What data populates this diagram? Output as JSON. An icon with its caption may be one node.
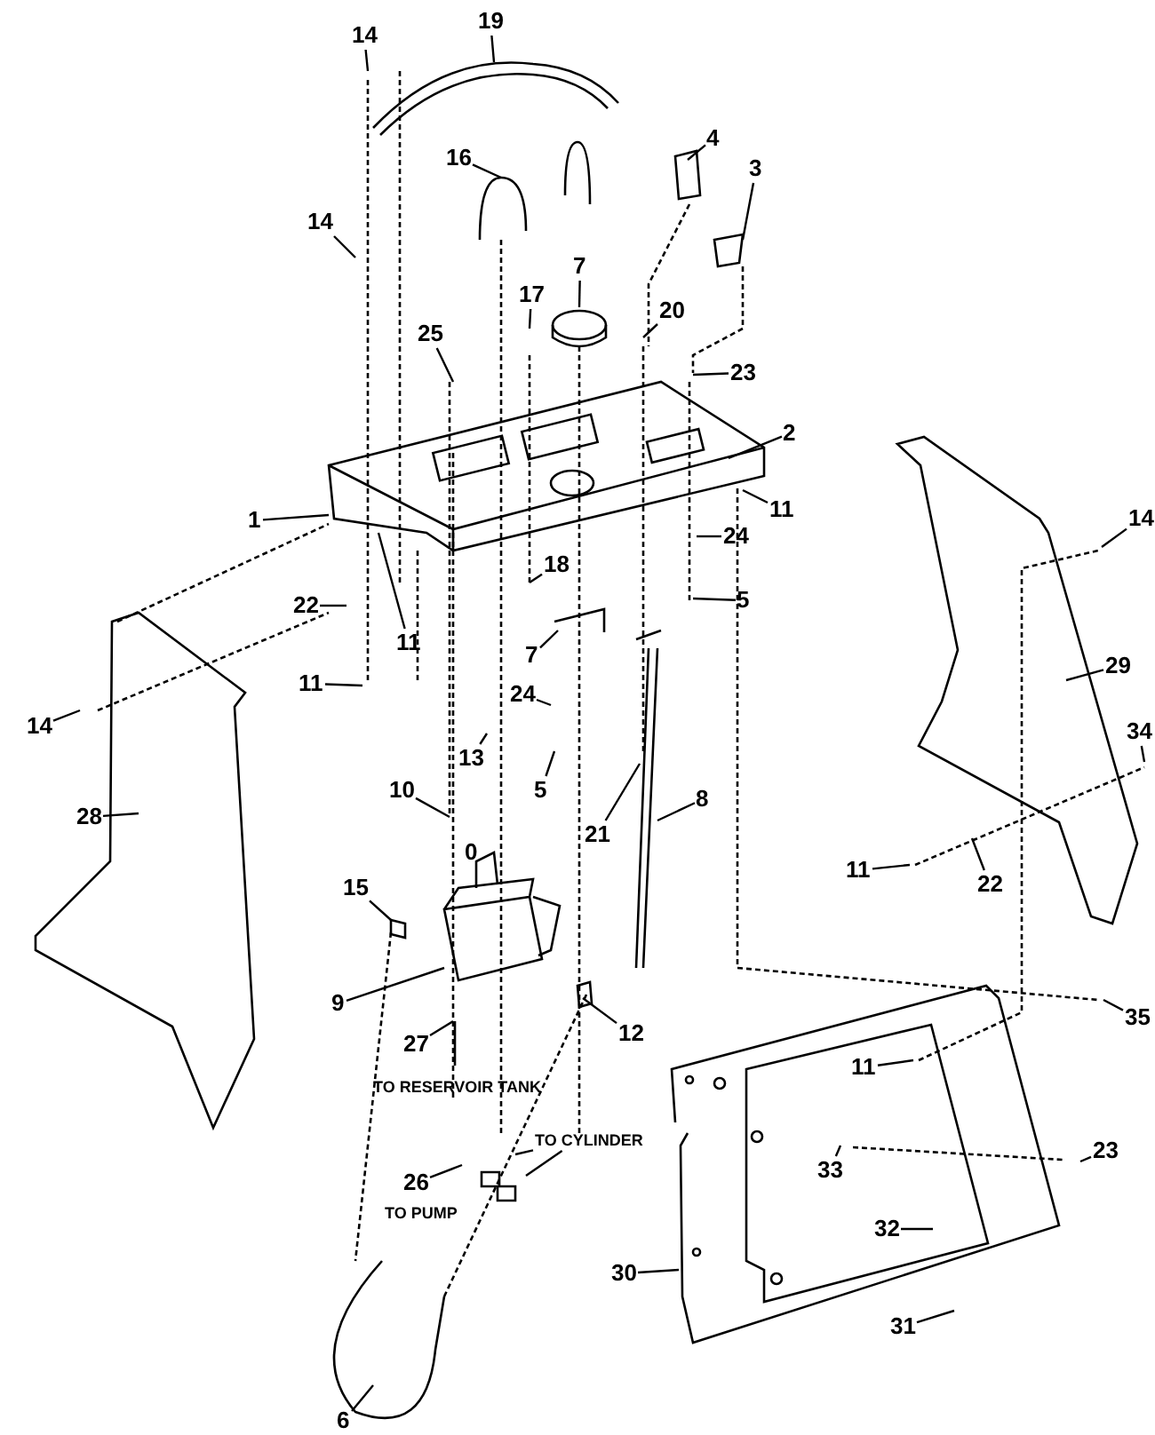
{
  "diagram": {
    "nodes": [
      {
        "text": [
          "14"
        ]
      },
      {
        "text": [
          "19"
        ]
      },
      {
        "text": [
          "4"
        ]
      },
      {
        "text": [
          "3"
        ]
      },
      {
        "text": [
          "16"
        ]
      },
      {
        "text": [
          "14"
        ]
      },
      {
        "text": [
          "7"
        ]
      },
      {
        "text": [
          "17"
        ]
      },
      {
        "text": [
          "20"
        ]
      },
      {
        "text": [
          "23"
        ]
      },
      {
        "text": [
          "25"
        ]
      },
      {
        "text": [
          "2"
        ]
      },
      {
        "text": [
          "1"
        ]
      },
      {
        "text": [
          "11"
        ]
      },
      {
        "text": [
          "18"
        ]
      },
      {
        "text": [
          "22"
        ]
      },
      {
        "text": [
          "11"
        ]
      },
      {
        "text": [
          "24"
        ]
      },
      {
        "text": [
          "5"
        ]
      },
      {
        "text": [
          "7"
        ]
      },
      {
        "text": [
          "11"
        ]
      },
      {
        "text": [
          "14"
        ]
      },
      {
        "text": [
          "24"
        ]
      },
      {
        "text": [
          "13"
        ]
      },
      {
        "text": [
          "5"
        ]
      },
      {
        "text": [
          "28"
        ]
      },
      {
        "text": [
          "10"
        ]
      },
      {
        "text": [
          "15"
        ]
      },
      {
        "text": [
          "9"
        ]
      },
      {
        "text": [
          "27"
        ]
      },
      {
        "text": [
          "26"
        ]
      },
      {
        "text": [
          "6"
        ]
      },
      {
        "text": [
          "21"
        ]
      },
      {
        "text": [
          "8"
        ]
      },
      {
        "text": [
          "12"
        ]
      },
      {
        "text": [
          "29"
        ]
      },
      {
        "text": [
          "14"
        ]
      },
      {
        "text": [
          "34"
        ]
      },
      {
        "text": [
          "11"
        ]
      },
      {
        "text": [
          "22"
        ]
      },
      {
        "text": [
          "35"
        ]
      },
      {
        "text": [
          "11"
        ]
      },
      {
        "text": [
          "23"
        ]
      },
      {
        "text": [
          "33"
        ]
      },
      {
        "text": [
          "32"
        ]
      },
      {
        "text": [
          "30"
        ]
      },
      {
        "text": [
          "31"
        ]
      },
      {
        "text": [
          "TO CYLINDER"
        ]
      }
    ],
    "edges": [
      {
        "from": 0,
        "to": null,
        "arrow": "none"
      },
      {
        "from": 1,
        "to": null,
        "arrow": "none"
      },
      {
        "from": 2,
        "to": null,
        "arrow": "none"
      },
      {
        "from": 3,
        "to": null,
        "arrow": "none"
      },
      {
        "from": 4,
        "to": null,
        "arrow": "none"
      },
      {
        "from": 5,
        "to": null,
        "arrow": "none"
      },
      {
        "from": 6,
        "to": null,
        "arrow": "none"
      },
      {
        "from": 7,
        "to": null,
        "arrow": "none"
      },
      {
        "from": 8,
        "to": null,
        "arrow": "none"
      },
      {
        "from": 9,
        "to": null,
        "arrow": "none"
      },
      {
        "from": 10,
        "to": null,
        "arrow": "none"
      },
      {
        "from": 11,
        "to": null,
        "arrow": "none"
      },
      {
        "from": 12,
        "to": null,
        "arrow": "none"
      },
      {
        "from": 13,
        "to": null,
        "arrow": "none"
      },
      {
        "from": 14,
        "to": null,
        "arrow": "none"
      },
      {
        "from": 15,
        "to": null,
        "arrow": "none"
      },
      {
        "from": 16,
        "to": null,
        "arrow": "none"
      },
      {
        "from": 17,
        "to": null,
        "arrow": "none"
      },
      {
        "from": 18,
        "to": null,
        "arrow": "none"
      },
      {
        "from": 19,
        "to": null,
        "arrow": "none"
      },
      {
        "from": 20,
        "to": null,
        "arrow": "none"
      },
      {
        "from": 21,
        "to": null,
        "arrow": "none"
      },
      {
        "from": 22,
        "to": null,
        "arrow": "none"
      },
      {
        "from": 23,
        "to": null,
        "arrow": "none"
      },
      {
        "from": 24,
        "to": null,
        "arrow": "none"
      },
      {
        "from": 25,
        "to": null,
        "arrow": "none"
      },
      {
        "from": 26,
        "to": null,
        "arrow": "none"
      },
      {
        "from": 27,
        "to": null,
        "arrow": "none"
      },
      {
        "from": 28,
        "to": null,
        "arrow": "none"
      },
      {
        "from": 29,
        "to": null,
        "arrow": "none"
      },
      {
        "from": 30,
        "to": null,
        "arrow": "none"
      },
      {
        "from": 31,
        "to": null,
        "arrow": "none"
      },
      {
        "from": 32,
        "to": null,
        "arrow": "none"
      },
      {
        "from": 33,
        "to": null,
        "arrow": "none"
      },
      {
        "from": 34,
        "to": null,
        "arrow": "none"
      },
      {
        "from": 35,
        "to": null,
        "arrow": "none"
      },
      {
        "from": 36,
        "to": null,
        "arrow": "none"
      },
      {
        "from": 37,
        "to": null,
        "arrow": "none"
      },
      {
        "from": 38,
        "to": null,
        "arrow": "none"
      },
      {
        "from": 39,
        "to": null,
        "arrow": "none"
      },
      {
        "from": 40,
        "to": null,
        "arrow": "none"
      },
      {
        "from": 41,
        "to": null,
        "arrow": "none"
      },
      {
        "from": 42,
        "to": null,
        "arrow": "none"
      },
      {
        "from": 43,
        "to": null,
        "arrow": "none"
      },
      {
        "from": 44,
        "to": null,
        "arrow": "none"
      },
      {
        "from": 45,
        "to": null,
        "arrow": "none"
      },
      {
        "from": 46,
        "to": null,
        "arrow": "none"
      },
      {
        "from": 47,
        "to": null,
        "arrow": "none"
      },
      {
        "from": 47,
        "to": null,
        "arrow": "none"
      }
    ],
    "labels": [
      "0",
      "TO RESERVOIR TANK",
      "TO PUMP"
    ]
  }
}
